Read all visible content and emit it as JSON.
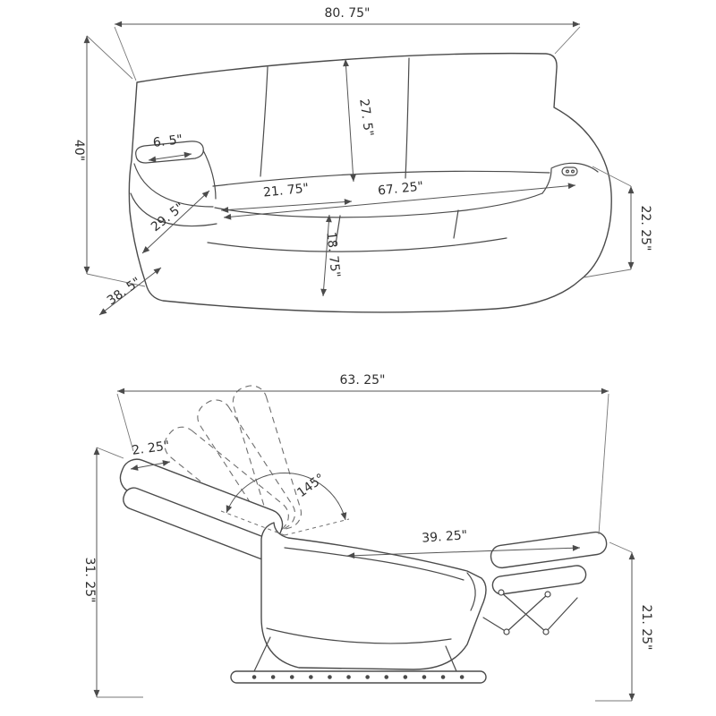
{
  "colors": {
    "background": "#ffffff",
    "line": "#4b4b4b",
    "dimension_line": "#555555",
    "ghost_line": "#6f6f6f",
    "text": "#2e2e2e"
  },
  "sofa": {
    "dims": {
      "overall_width": "80. 75\"",
      "overall_height": "40\"",
      "arm_top_width": "6. 5\"",
      "back_cushion_height": "27. 5\"",
      "seat_cushion_width": "21. 75\"",
      "inner_width": "67. 25\"",
      "seat_depth": "29. 5\"",
      "seat_height": "18. 75\"",
      "overall_depth": "38. 5\"",
      "arm_height": "22. 25\""
    }
  },
  "recliner": {
    "dims": {
      "reclined_length": "63. 25\"",
      "headrest_thickness": "2. 25\"",
      "recline_angle": "145°",
      "footrest_extension_length": "39. 25\"",
      "reclined_overall_height": "31. 25\"",
      "footrest_floor_height": "21. 25\""
    }
  }
}
